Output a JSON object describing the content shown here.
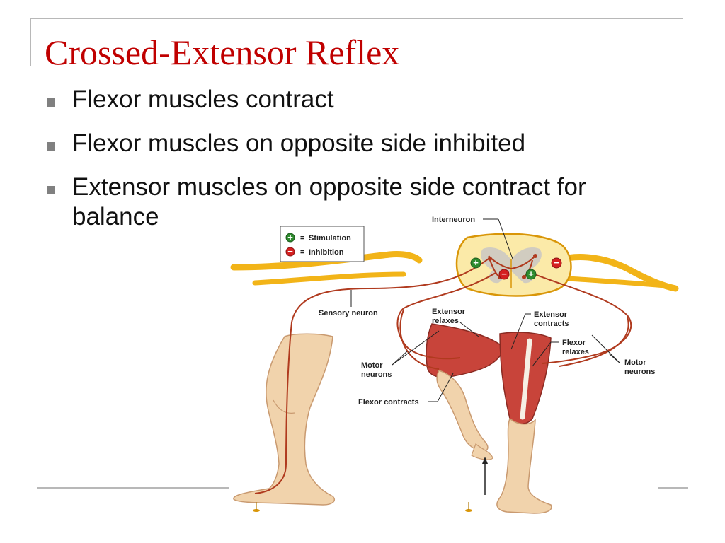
{
  "slide": {
    "title": "Crossed-Extensor Reflex",
    "bullets": [
      "Flexor muscles contract",
      "Flexor muscles on opposite side inhibited",
      "Extensor muscles on opposite side contract for balance"
    ]
  },
  "diagram": {
    "legend": {
      "stimulation_symbol": "+",
      "stimulation_eq": "=",
      "stimulation_label": "Stimulation",
      "inhibition_symbol": "−",
      "inhibition_eq": "=",
      "inhibition_label": "Inhibition"
    },
    "labels": {
      "interneuron": "Interneuron",
      "sensory_neuron": "Sensory neuron",
      "extensor_relaxes_1": "Extensor",
      "extensor_relaxes_2": "relaxes",
      "extensor_contracts_1": "Extensor",
      "extensor_contracts_2": "contracts",
      "flexor_relaxes_1": "Flexor",
      "flexor_relaxes_2": "relaxes",
      "motor_left_1": "Motor",
      "motor_left_2": "neurons",
      "motor_right_1": "Motor",
      "motor_right_2": "neurons",
      "flexor_contracts": "Flexor contracts"
    },
    "colors": {
      "stimulation": "#2e8b2e",
      "inhibition": "#d42020",
      "nerve": "#f2b418",
      "nerve_dark": "#d99608",
      "neuron_line": "#b03a1e",
      "muscle": "#c8443a",
      "skin": "#f1d3ac"
    }
  }
}
